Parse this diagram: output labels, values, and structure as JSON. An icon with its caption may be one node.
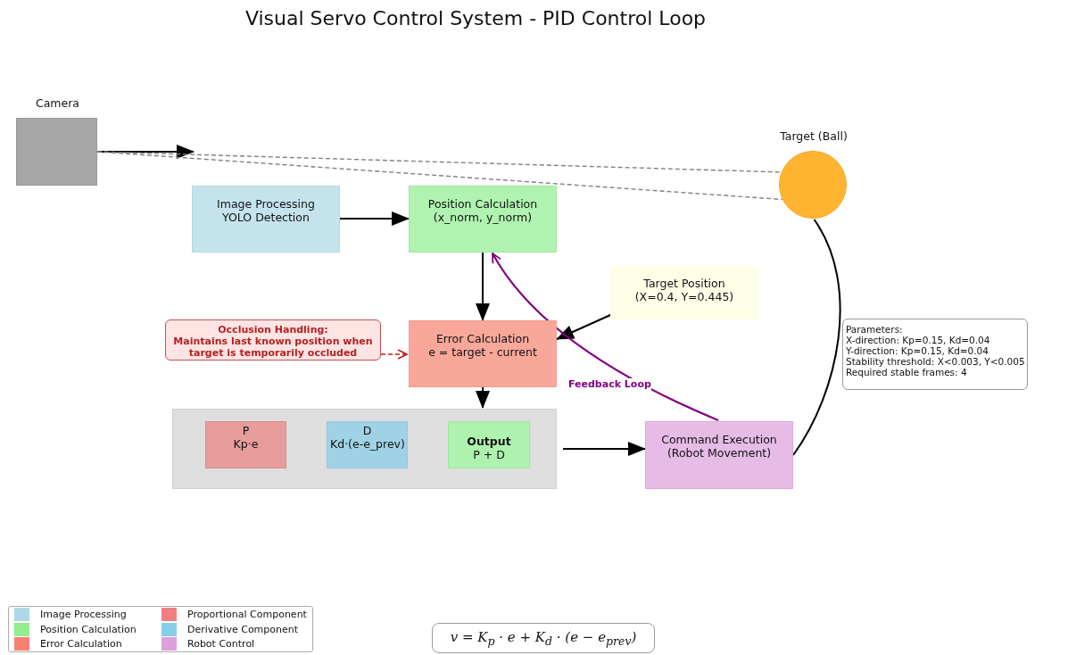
{
  "diagram": {
    "title": "Visual Servo Control System - PID Control Loop",
    "nodes": [
      {
        "text": [
          "Camera"
        ]
      },
      {
        "text": [
          "Target (Ball)"
        ]
      },
      {
        "text": [
          "Image Processing",
          "YOLO Detection"
        ]
      },
      {
        "text": [
          "Position Calculation",
          "(x_norm, y_norm)"
        ]
      },
      {
        "text": [
          "Target Position",
          "(X=0.4, Y=0.445)"
        ]
      },
      {
        "text": [
          "Occlusion Handling:",
          "Maintains last known position when target is temporarily occluded"
        ]
      },
      {
        "text": [
          "Error Calculation",
          "e = target - current"
        ]
      },
      {
        "text": [],
        "shape": "box"
      },
      {
        "text": [
          "P",
          "Kp·e"
        ],
        "in": 7
      },
      {
        "text": [
          "D",
          "Kd·(e-e_prev)"
        ],
        "in": 7
      },
      {
        "text": [
          "Output",
          "P + D"
        ],
        "in": 7
      },
      {
        "text": [
          "Command Execution",
          "(Robot Movement)"
        ]
      },
      {
        "text": [
          "Parameters:",
          "X-direction: Kp=0.15, Kd=0.04",
          "Y-direction: Kp=0.15, Kd=0.04",
          "Stability threshold: X<0.003, Y<0.005",
          "Required stable frames: 4"
        ]
      },
      {
        "text": [
          "v = K$_{p}$ · e + K$_{d}$ · (e − e$_{prev}$)"
        ]
      }
    ],
    "edges": [
      {
        "from": 0,
        "to": null,
        "arrow": "to"
      },
      {
        "from": 0,
        "to": 1,
        "arrow": "none",
        "style": "dashed",
        "color": "#808080"
      },
      {
        "from": 0,
        "to": 1,
        "arrow": "none",
        "style": "dashed",
        "color": "#808080"
      },
      {
        "from": 2,
        "to": 3,
        "arrow": "to"
      },
      {
        "from": 3,
        "to": 6,
        "arrow": "to"
      },
      {
        "from": 4,
        "to": 6,
        "arrow": "to"
      },
      {
        "from": 5,
        "to": 6,
        "arrow": "to",
        "style": "dashed",
        "color": "#b22222"
      },
      {
        "from": 6,
        "to": 7,
        "arrow": "to"
      },
      {
        "from": 7,
        "to": 11,
        "arrow": "to"
      },
      {
        "from": 11,
        "to": 1,
        "arrow": "none"
      },
      {
        "from": 11,
        "to": 3,
        "arrow": "to",
        "label": "Feedback Loop",
        "color": "#800080"
      }
    ],
    "legend": [
      {
        "text": "Image Processing",
        "color": "#add8e6"
      },
      {
        "text": "Position Calculation",
        "color": "#90ee90"
      },
      {
        "text": "Error Calculation",
        "color": "#fa8072"
      },
      {
        "text": "Proportional Component",
        "color": "#f08080"
      },
      {
        "text": "Derivative Component",
        "color": "#87ceeb"
      },
      {
        "text": "Robot Control",
        "color": "#dda0dd"
      }
    ]
  }
}
